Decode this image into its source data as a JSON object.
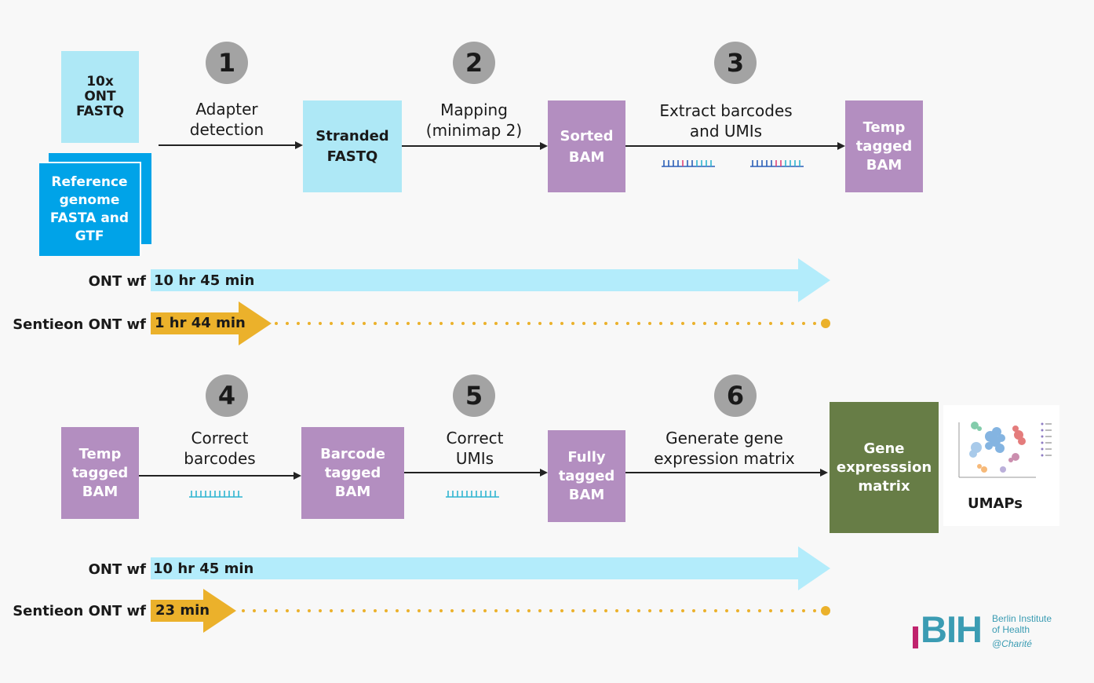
{
  "top": {
    "input_fastq": [
      "10x",
      "ONT",
      "FASTQ"
    ],
    "reference": [
      "Reference",
      "genome",
      "FASTA and",
      "GTF"
    ],
    "steps": [
      {
        "number": "1",
        "label": [
          "Adapter",
          "detection"
        ]
      },
      {
        "number": "2",
        "label": [
          "Mapping",
          "(minimap 2)"
        ]
      },
      {
        "number": "3",
        "label": [
          "Extract barcodes",
          "and UMIs"
        ]
      }
    ],
    "stranded_fastq": [
      "Stranded",
      "FASTQ"
    ],
    "sorted_bam": [
      "Sorted",
      "BAM"
    ],
    "temp_tagged_bam": [
      "Temp",
      "tagged",
      "BAM"
    ],
    "timing": {
      "ont_label": "ONT wf",
      "ont_time": "10 hr 45 min",
      "sentieon_label": "Sentieon ONT wf",
      "sentieon_time": "1 hr 44 min"
    }
  },
  "bottom": {
    "temp_tagged_bam": [
      "Temp",
      "tagged",
      "BAM"
    ],
    "steps": [
      {
        "number": "4",
        "label": [
          "Correct",
          "barcodes"
        ]
      },
      {
        "number": "5",
        "label": [
          "Correct",
          "UMIs"
        ]
      },
      {
        "number": "6",
        "label": [
          "Generate gene",
          "expression matrix"
        ]
      }
    ],
    "barcode_tagged_bam": [
      "Barcode",
      "tagged",
      "BAM"
    ],
    "fully_tagged_bam": [
      "Fully",
      "tagged",
      "BAM"
    ],
    "gene_matrix": [
      "Gene",
      "expresssion",
      "matrix"
    ],
    "umaps_label": "UMAPs",
    "timing": {
      "ont_label": "ONT wf",
      "ont_time": "10 hr 45 min",
      "sentieon_label": "Sentieon ONT wf",
      "sentieon_time": "23 min"
    }
  },
  "logo": {
    "letters": "BIH",
    "line1": "Berlin Institute",
    "line2": "of Health",
    "line3": "@Charité"
  },
  "colors": {
    "light_blue_box": "#aee8f6",
    "purple_box": "#b38ec0",
    "green_box": "#677d46",
    "reference_blue": "#00a3e8",
    "ont_arrow": "#b3ecfb",
    "sentieon_arrow": "#ebb12b",
    "badge_grey": "#a3a3a3",
    "bih_teal": "#3b9cb3",
    "bih_magenta": "#c0246e"
  }
}
